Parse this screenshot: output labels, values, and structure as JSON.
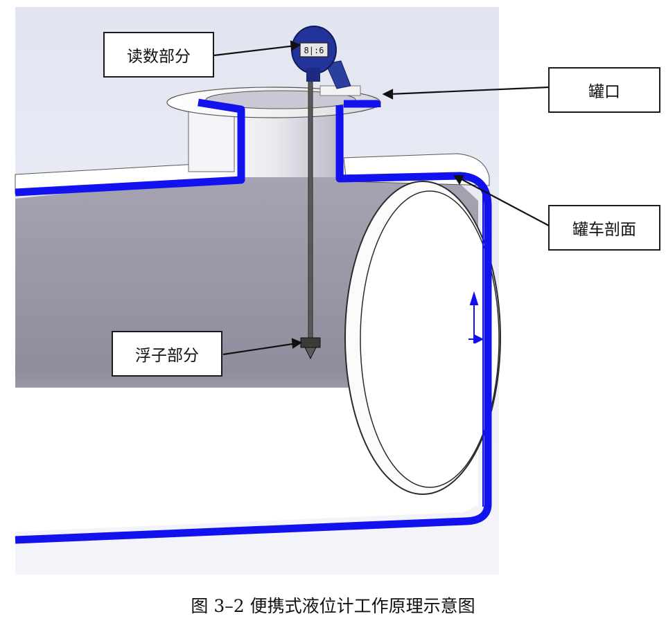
{
  "labels": {
    "reading_part": "读数部分",
    "tank_mouth": "罐口",
    "tank_section": "罐车剖面",
    "float_part": "浮子部分"
  },
  "gauge_display": "8|:6",
  "caption": "图 3–2  便携式液位计工作原理示意图",
  "colors": {
    "section_blue": "#1212ee",
    "tank_interior_dark": "#8a8898",
    "background_sky": "#e6e8f2",
    "gauge_head": "#22339a",
    "label_border": "#1a1a1a"
  }
}
